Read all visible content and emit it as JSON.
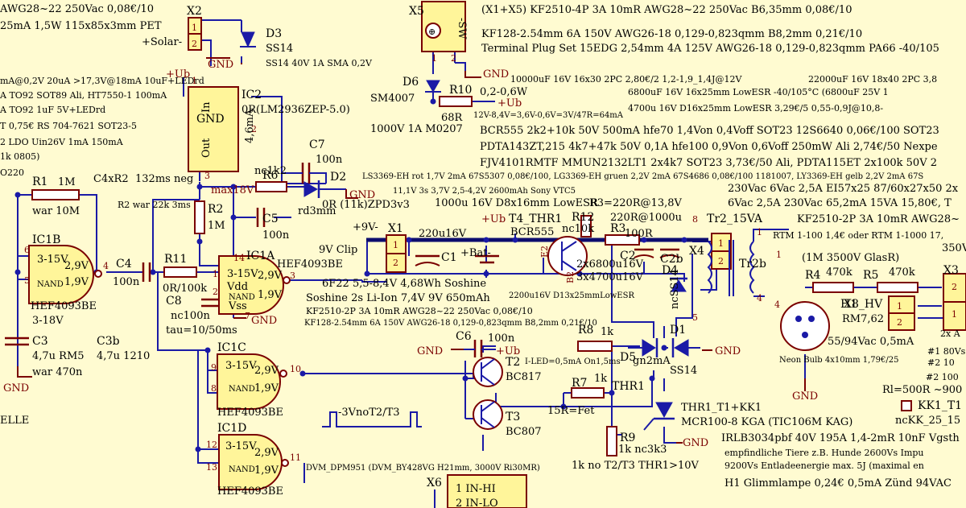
{
  "texts": {
    "t_awg_top": "AWG28~22 250Vac 0,08€/10",
    "t_25ma": "25mA 1,5W 115x85x3mm PET",
    "t_ma02": "mA@0,2V 20uA >17,3V@18mA 10uF+LEDrd",
    "t_to92sot89": "A TO92 SOT89 Ali, HT7550-1 100mA",
    "t_to92_1uf": "A TO92 1uF 5V+LEDrd",
    "t_075rs": "T 0,75€ RS 704-7621 SOT23-5",
    "t_ldo": "2 LDO Uin26V 1mA 150mA",
    "t_1k0805": "1k 0805)",
    "t_o220": "O220",
    "x2": "X2",
    "x2_solar": "+Solar-",
    "x2_p1": "1",
    "x2_p2": "2",
    "gnd": "GND",
    "d3": "D3",
    "d3_v": "SS14",
    "d3_d": "SS14 40V 1A SMA 0,2V",
    "ub": "+Ub",
    "ic2": "IC2",
    "ic2_v": "0R(LM2936ZEP-5.0)",
    "ic2_in": "In",
    "ic2_gnd": "GND",
    "ic2_out": "Out",
    "ic2_p1": "1",
    "ic2_p2": "2",
    "ic2_p3": "3",
    "ma46": "4,6mA",
    "max18": "max18V",
    "x5": "X5",
    "sw": "-SW",
    "x5_p1": "1",
    "x5_p2": "2",
    "d6": "D6",
    "d6_v": "SM4007",
    "r10": "R10",
    "r10_v": "0,2-0,6W",
    "r10_68r": "68R",
    "r10_d": "12V-8,4V=3,6V-0,6V=3V/47R=64mA",
    "d6_d": "1000V 1A M0207",
    "r1": "R1",
    "r1_v": "1M",
    "r1_d": "war 10M",
    "c4xr2": "C4xR2",
    "neg132": "132ms neg",
    "r2war": "R2 war 22k 3ms",
    "r2": "R2",
    "r2_v": "1M",
    "r6": "R6",
    "nc1k2": "nc1k2",
    "c7": "C7",
    "c7_v": "100n",
    "d2": "D2",
    "d2_v": "rd3mm",
    "d2_d": "0R (11k)ZPD3v3",
    "c5": "C5",
    "c5_v": "100n",
    "ic1b": "IC1B",
    "ic1b_t": "HEF4093BE",
    "ic1b_d": "3-18V",
    "ic1a": "IC1A",
    "ic1a_t": "HEF4093BE",
    "ic1c": "IC1C",
    "ic1c_t": "HEF4093BE",
    "ic1d": "IC1D",
    "ic1d_t": "HEF4093BE",
    "g_315": "3-15V",
    "g_29": "2,9V",
    "g_19": "1,9V",
    "g_nand": "NAND",
    "vdd": "Vdd",
    "vss": "Vss",
    "c4": "C4",
    "c4_v": "100n",
    "r11": "R11",
    "r11_v": "0R/100k",
    "c8": "C8",
    "c8_v": "nc100n",
    "tau": "tau=10/50ms",
    "c3": "C3",
    "c3_v": "4,7u RM5",
    "c3_d": "war 470n",
    "c3b": "C3b",
    "c3b_v": "4,7u 1210",
    "elle": "ELLE",
    "pin6": "6",
    "pin5": "5",
    "pin4": "4",
    "pin1": "1",
    "pin2": "2",
    "pin3": "3",
    "pin7": "7",
    "pin9": "9",
    "pin8": "8",
    "pin10": "10",
    "pin12": "12",
    "pin13": "13",
    "pin11": "11",
    "pin14": "14",
    "c6": "C6",
    "c6_v": "100n",
    "t2": "T2",
    "t2_v": "BC817",
    "t3": "T3",
    "t3_v": "BC807",
    "iled": "I-LED=0,5mA On1,5ms",
    "r8": "R8",
    "r8_v": "1k",
    "r7": "R7",
    "r7_v": "1k",
    "fet": "15R=Fet",
    "thr1": "THR1",
    "r9": "R9",
    "r9_v": "1k nc3k3",
    "d5": "D5",
    "d5_v": "gn2mA",
    "d1": "D1",
    "d1_v": "SS14",
    "thr1_t": "THR1_T1+KK1",
    "thr1_v": "MCR100-8 KGA (TIC106M KAG)",
    "irlb": "IRLB3034pbf 40V 195A 1,4-2mR 10nF Vgsth",
    "tiere": "empfindliche Tiere z.B. Hunde 2600Vs Impu",
    "entlade": "9200Vs Entladeenergie max. 5J (maximal en",
    "glimm": "H1 Glimmlampe 0,24€ 0,5mA Zünd 94VAC",
    "no_t2t3": "1k no T2/T3 THR1>10V",
    "novt": "-3VnoT2/T3",
    "dvm": "DVM_DPM951 (DVM_BY428VG H21mm, 3000V Ri30MR)",
    "x6": "X6",
    "x6_1": "1 IN-HI",
    "x6_2": "2 IN-LO",
    "x1": "X1",
    "x1_p1": "1",
    "x1_p2": "2",
    "clip": "9V Clip",
    "plus9v": "+9V-",
    "c1": "C1",
    "c1_v": "220u16V",
    "bat": "+Bat-",
    "soshine": "6F22 5,5-8,4V 4,68Wh Soshine",
    "soshine2": "Soshine 2s Li-Ion 7,4V 9V 650mAh",
    "kf2p": "KF2510-2P 3A 10mR AWG28~22 250Vac 0,08€/10",
    "kf128b": "KF128-2.54mm 6A 150V AWG26-18 0,129-0,823qmm B8,2mm 0,21€/10",
    "t4": "T4_THR1",
    "t4_v": "BCR555",
    "r12": "R12",
    "r12_v": "nc10k",
    "e2": "E2",
    "b2": "B2",
    "c2_2x": "2x6800u16V",
    "c2_3x": "3x4700u16V",
    "c2": "C2",
    "c2b": "C2b",
    "r3": "R3",
    "r3_v": "100R",
    "r3_d": "220R@1000u",
    "esr": "1000u 16V D8x16mm LowESR",
    "r3eq": "R3=220R@13,8V",
    "esr2": "2200u16V D13x25mmLowESR",
    "ls": "LS3369-EH rot 1,7V 2mA 67S5307 0,08€/100, LG3369-EH gruen 2,2V 2mA 67S4686 0,08€/100 1181007, LY3369-EH gelb 2,2V 2mA 67S",
    "sony": "11,1V 3s 3,7V 2,5-4,2V 2600mAh Sony VTC5",
    "x1x5": "(X1+X5) KF2510-4P 3A 10mR AWG28~22 250Vac B6,35mm 0,08€/10",
    "kf128": "KF128-2.54mm 6A 150V AWG26-18 0,129-0,823qmm B8,2mm 0,21€/10",
    "term": "Terminal Plug Set 15EDG 2,54mm 4A 125V AWG26-18 0,129-0,823qmm PA66 -40/105",
    "c10000": "10000uF 16V 16x30 2PC 2,80€/2 1,2-1,9_1,4J@12V",
    "c22000": "22000uF 16V 18x40 2PC 3,8",
    "c6800": "6800uF 16V 16x25mm LowESR -40/105°C (6800uF 25V 1",
    "c4700": "4700u 16V D16x25mm LowESR 3,29€/5 0,55-0,9J@10,8-",
    "bcr555": "BCR555 2k2+10k 50V 500mA hfe70 1,4Von 0,4Voff SOT23 12S6640 0,06€/100 SOT23",
    "pdta": "PDTA143ZT,215 4k7+47k 50V 0,1A hfe100 0,9Von 0,6Voff 250mW Ali 2,74€/50 Nexpe",
    "fjv": "FJV4101RMTF MMUN2132LT1 2x4k7 SOT23 3,73€/50 Ali, PDTA115ET 2x100k 50V 2",
    "v230a": "230Vac 6Vac 2,5A EI57x25 87/60x27x50 2x",
    "v230b": "6Vac 2,5A 230Vac 65,2mA 15VA 15,80€, T",
    "kf2510b": "KF2510-2P 3A 10mR AWG28~",
    "tr2": "Tr2_15VA",
    "tr2b": "Tr2b",
    "rtm": "RTM 1-100 1,4€ oder RTM 1-1000 17,",
    "m350": "350V",
    "x4": "X4",
    "x4_1": "1",
    "x4_2": "2",
    "d4": "D4",
    "d4_v": "ncSS14",
    "mlr": "(1M 3500V GlasR)",
    "r4": "R4",
    "r4_v": "470k",
    "r5": "R5",
    "r5_v": "470k",
    "h1": "H1",
    "x8": "X8_HV",
    "x8_p1": "1",
    "x8_p2": "2",
    "rm762": "RM7,62",
    "neon": "55/94Vac 0,5mA",
    "neonbulb": "Neon Bulb 4x10mm 1,79€/25",
    "x3": "X3",
    "x3_2": "2",
    "x3_1": "1",
    "x3_2x": "2x A",
    "n80": "#1 80Vs",
    "n2": "#2 10",
    "n100": "#2 100",
    "rl": "Rl=500R ~900",
    "kk1": "KK1_T1",
    "nckk": "ncKK_25_15",
    "tr_8": "8",
    "tr_5": "5",
    "tr_1": "1",
    "tr_4": "4",
    "tr_1b": "1",
    "tr_4b": "4"
  }
}
